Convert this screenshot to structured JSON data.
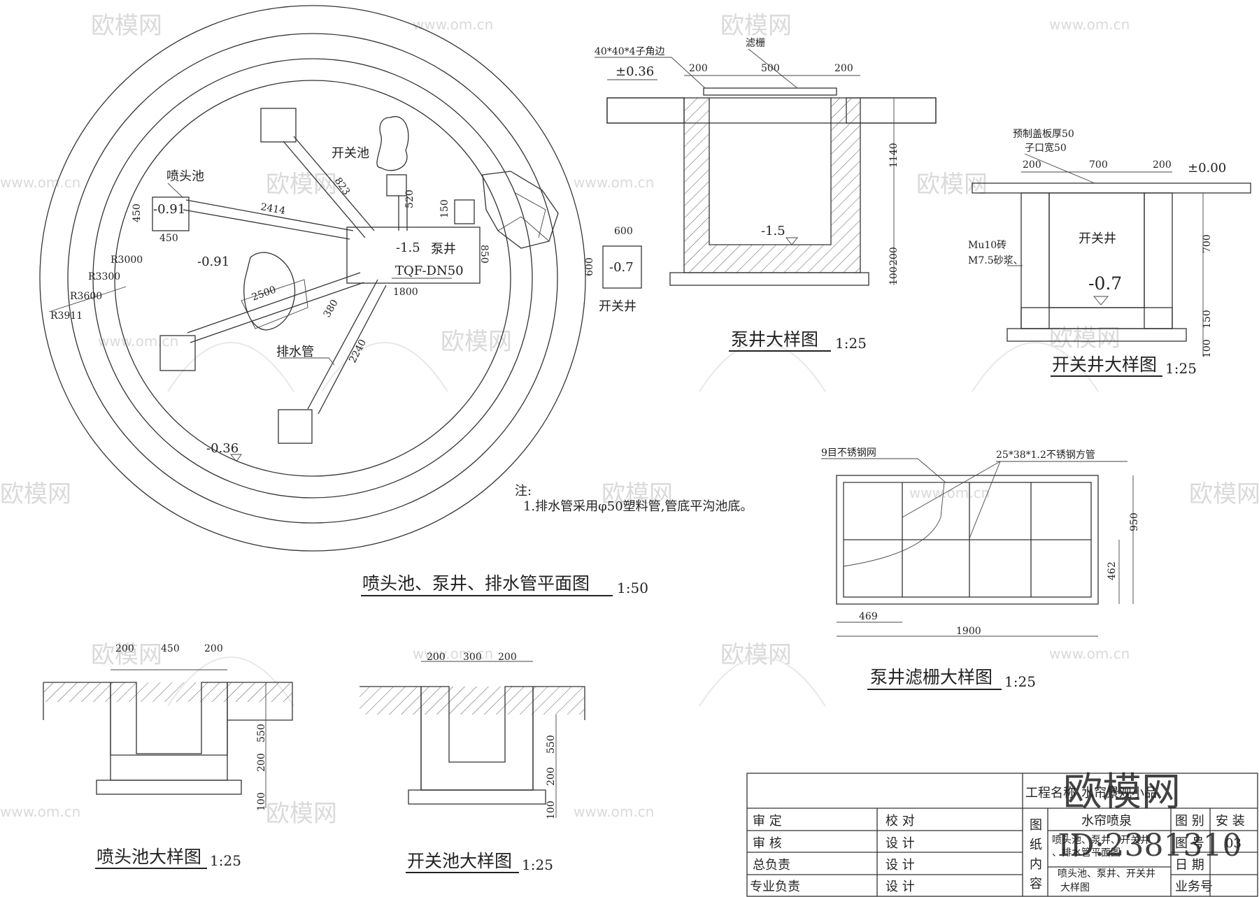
{
  "plan": {
    "title": "喷头池、泵井、排水管平面图",
    "scale": "1:50",
    "radii": [
      "R3000",
      "R3300",
      "R3600",
      "R3911"
    ],
    "labels": {
      "kaiguanchi": "开关池",
      "pentouchi": "喷头池",
      "bengjing": "泵井",
      "paishuiguan": "排水管",
      "kaiguanjing": "开关井"
    },
    "elevations": [
      "-0.91",
      "-0.91",
      "-1.5",
      "-0.36",
      "-0.7"
    ],
    "pump": "TQF-DN50",
    "dims": [
      "2414",
      "450",
      "450",
      "823",
      "520",
      "150",
      "850",
      "1800",
      "2500",
      "380",
      "2240",
      "600",
      "600"
    ]
  },
  "note": {
    "head": "注:",
    "line1": "1.排水管采用φ50塑料管,管底平沟池底。"
  },
  "pumpwell": {
    "title": "泵井大样图",
    "scale": "1:25",
    "angle": "40*40*4子角边",
    "grate": "滤栅",
    "elev_top": "±0.36",
    "elev_bottom": "-1.5",
    "dims": [
      "200",
      "500",
      "200",
      "1140",
      "200",
      "100"
    ]
  },
  "switchwell": {
    "title": "开关井大样图",
    "scale": "1:25",
    "cover": "预制盖板厚50",
    "slot": "子口宽50",
    "brick1": "Mu10砖",
    "brick2": "M7.5砂浆、",
    "name": "开关井",
    "elev_top": "±0.00",
    "elev_bottom": "-0.7",
    "dims": [
      "200",
      "700",
      "200",
      "700",
      "150",
      "100"
    ]
  },
  "grate": {
    "title": "泵井滤栅大样图",
    "scale": "1:25",
    "mesh": "9目不锈钢网",
    "tube": "25*38*1.2不锈钢方管",
    "dims": [
      "950",
      "462",
      "469",
      "1900"
    ]
  },
  "headpool": {
    "title": "喷头池大样图",
    "scale": "1:25",
    "dims": [
      "200",
      "450",
      "200",
      "550",
      "200",
      "100"
    ]
  },
  "switchpool": {
    "title": "开关池大样图",
    "scale": "1:25",
    "dims": [
      "200",
      "300",
      "200",
      "550",
      "200",
      "100"
    ]
  },
  "titleblock": {
    "project_label": "工程名称",
    "project_name": "水帘景观小品",
    "r1": [
      "审 定",
      "校 对"
    ],
    "r2": [
      "审 核",
      "设 计"
    ],
    "r3": [
      "总负责",
      "设 计"
    ],
    "r4": [
      "专业负责",
      "设 计"
    ],
    "content_v": [
      "图",
      "纸",
      "内",
      "容"
    ],
    "content_top": "水帘喷泉",
    "content_mid1": "喷头池、泵井、开关井",
    "content_mid2": "、排水管平面图",
    "content_bot1": "喷头池、泵井、开关井",
    "content_bot2": "大样图",
    "k1": "图 别",
    "v1": "安 装",
    "k2": "图 号",
    "v2": "03",
    "k3": "日 期",
    "k4": "业务号"
  },
  "watermark": {
    "logo": "欧模网",
    "url": "www.om.cn",
    "id": "ID:2381310"
  }
}
